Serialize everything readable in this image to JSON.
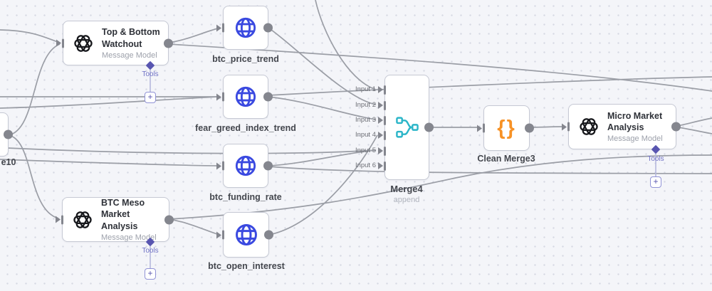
{
  "app": {
    "name": "workflow-canvas"
  },
  "colors": {
    "canvas_bg": "#f4f5f9",
    "dot_grid": "#d6d9e3",
    "wire": "#9b9ea6",
    "globe_blue": "#3a49e0",
    "code_orange": "#f79226",
    "merge_teal": "#2ab5c8",
    "tools_indigo": "#5855b0",
    "port_gray": "#84868e"
  },
  "ui": {
    "tools_label": "Tools",
    "add_label": "+"
  },
  "nodes": {
    "partial_left": {
      "label": "e10"
    },
    "top_bottom_watchout": {
      "title": "Top & Bottom\nWatchout",
      "subtitle": "Message Model"
    },
    "btc_price_trend": {
      "label": "btc_price_trend"
    },
    "fear_greed_index_trend": {
      "label": "fear_greed_index_trend"
    },
    "btc_funding_rate": {
      "label": "btc_funding_rate"
    },
    "btc_meso_market_analysis": {
      "title": "BTC Meso\nMarket Analysis",
      "subtitle": "Message Model"
    },
    "btc_open_interest": {
      "label": "btc_open_interest"
    },
    "merge4": {
      "label": "Merge4",
      "mode": "append",
      "inputs": [
        "Input 1",
        "Input 2",
        "Input 3",
        "Input 4",
        "Input 5",
        "Input 6"
      ]
    },
    "clean_merge3": {
      "label": "Clean Merge3",
      "icon_text": "{}"
    },
    "micro_market_analysis": {
      "title": "Micro Market\nAnalysis",
      "subtitle": "Message Model"
    }
  }
}
